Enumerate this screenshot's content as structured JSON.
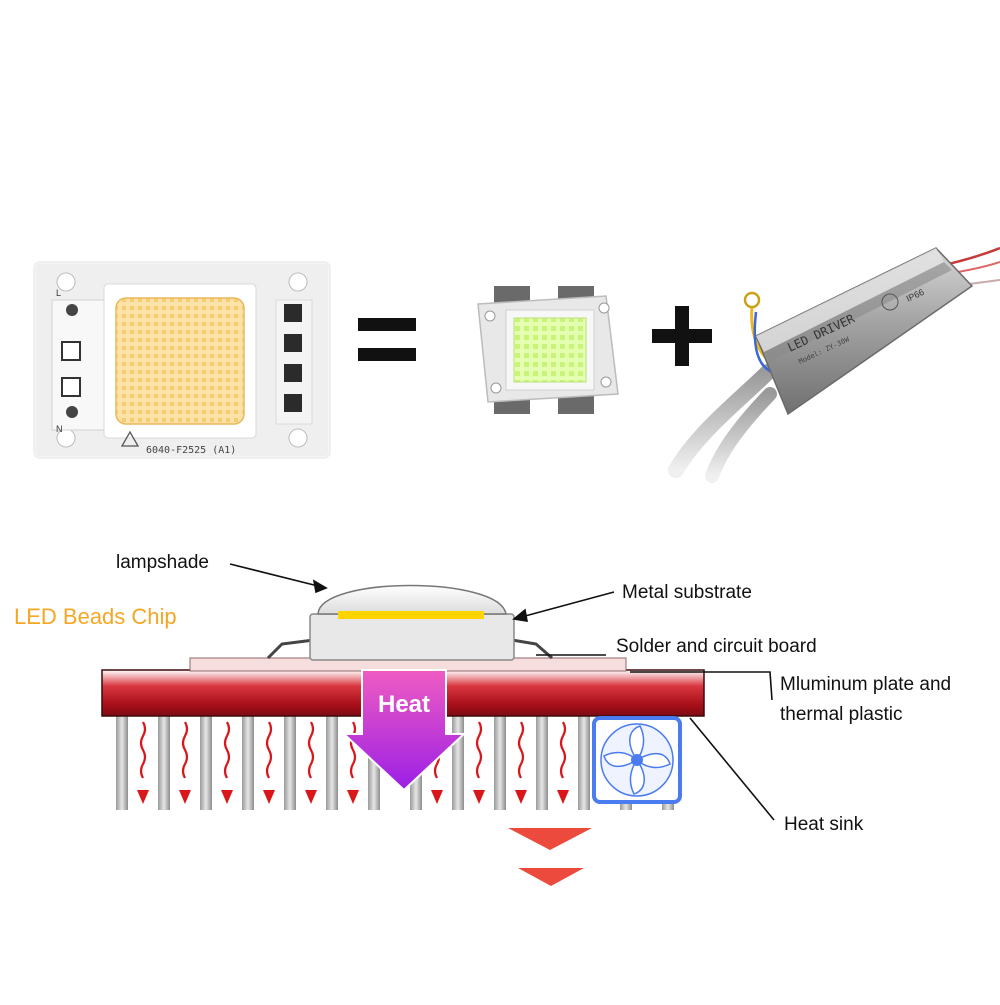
{
  "top": {
    "cob_module": {
      "code": "6040-F2525 (A1)",
      "pad_l": "L",
      "pad_n": "N"
    },
    "equals_symbol": "=",
    "plus_symbol": "+",
    "driver": {
      "title": "LED DRIVER",
      "rating_mark": "IP66",
      "model_line": "Model: ZY-30W"
    }
  },
  "diagram": {
    "chip_title": "LED Beads Chip",
    "labels": {
      "lampshade": "lampshade",
      "metal_substrate": "Metal substrate",
      "solder": "Solder and circuit board",
      "aluminum_1": "Mluminum plate and",
      "aluminum_2": "thermal plastic",
      "heat_sink": "Heat sink"
    },
    "heat_label": "Heat"
  },
  "colors": {
    "chip_title": "#F5A623",
    "cob_emitter": "#FCE2A6",
    "led_emitter": "#E4FFB0",
    "aluminum_plate": "#B3141E",
    "heat_arrow_top": "#E64CC4",
    "heat_arrow_bottom": "#A01FE0",
    "wave_arrow": "#D9161A",
    "fan_blue": "#4A7CF0",
    "down_chevron": "#EC4A3C"
  },
  "icons": [
    "fan-icon",
    "heat-arrow-icon",
    "wavy-arrow-icon",
    "chevron-down-icon"
  ]
}
